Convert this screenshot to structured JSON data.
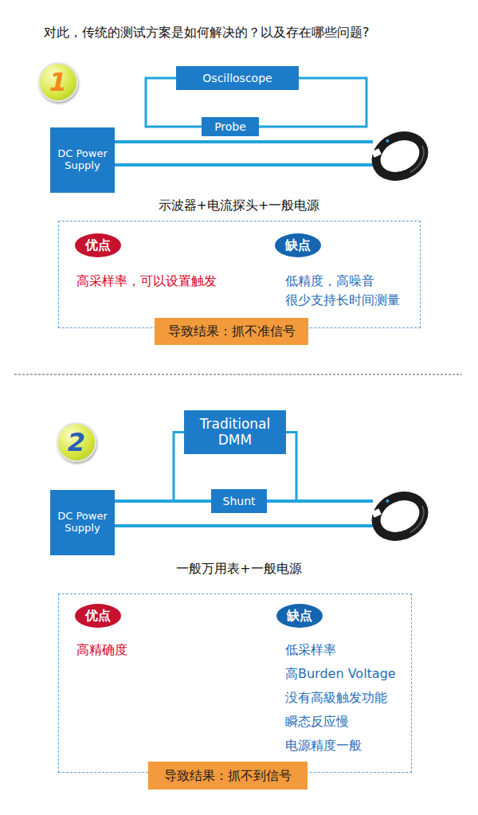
{
  "diagram": {
    "title": "对此，传统的测试方案是如何解决的？以及存在哪些问题?",
    "nodes": [
      {
        "text": [
          "1"
        ]
      },
      {
        "text": [
          "Oscilloscope"
        ]
      },
      {
        "text": [
          "Probe"
        ]
      },
      {
        "text": [
          "DC Power Supply"
        ]
      },
      {
        "text": [
          "高采样率，可以设置触发",
          "低精度，高噪音",
          "很少支持长时间测量"
        ]
      },
      {
        "text": [
          "优点"
        ],
        "in": 4
      },
      {
        "text": [
          "缺点"
        ],
        "in": 4
      },
      {
        "text": [
          "导致结果：抓不准信号"
        ],
        "in": 4
      },
      {
        "text": [
          "2"
        ]
      },
      {
        "text": [
          "Traditional DMM"
        ]
      },
      {
        "text": [
          "Shunt"
        ]
      },
      {
        "text": [
          "DC Power Supply"
        ]
      },
      {
        "text": [
          "高精确度",
          "低采样率",
          "高Burden Voltage",
          "没有高級触发功能",
          "瞬态反应慢",
          "电源精度一般"
        ]
      },
      {
        "text": [
          "优点"
        ],
        "in": 12
      },
      {
        "text": [
          "缺点"
        ],
        "in": 12
      },
      {
        "text": [
          "导致结果：抓不到信号"
        ],
        "in": 12
      }
    ],
    "edges": [
      {
        "from": 1,
        "to": 2,
        "arrow": "none"
      },
      {
        "from": 1,
        "to": 2,
        "arrow": "none"
      },
      {
        "from": 9,
        "to": 10,
        "arrow": "none"
      },
      {
        "from": 9,
        "to": 10,
        "arrow": "none"
      },
      {
        "from": 11,
        "to": 10,
        "arrow": "none"
      }
    ],
    "labels": [
      "示波器+电流探头+一般电源",
      "一般万用表+一般电源"
    ]
  }
}
